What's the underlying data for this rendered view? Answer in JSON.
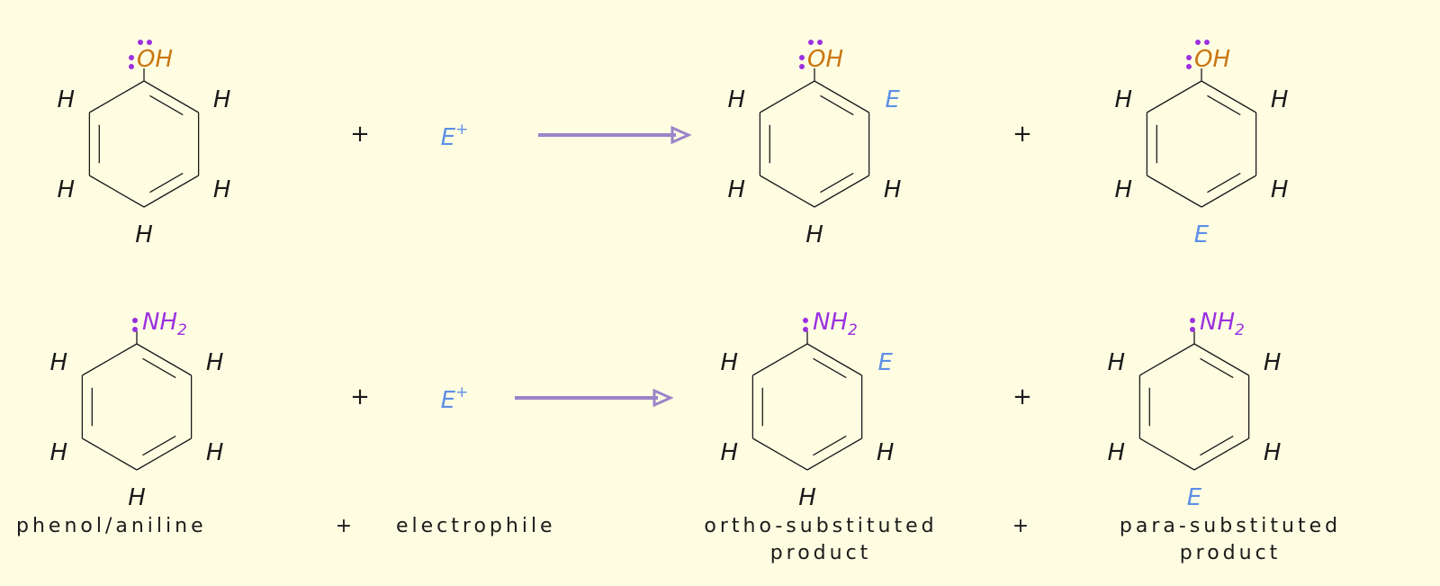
{
  "colors": {
    "background": "#fefde2",
    "bond": "#1a1a1a",
    "hydrogen": "#1a1a1a",
    "oxygen": "#c9760f",
    "nitrogen": "#9b30e0",
    "lone_pair": "#9b30e0",
    "electrophile": "#5c8fe6",
    "arrow": "#9b84c8",
    "text": "#1a1a1a"
  },
  "labels": {
    "hydrogen": "H",
    "electrophile": "E",
    "electrophile_plus": "E",
    "charge": "+",
    "plus": "+",
    "oh": "OH",
    "nh": "NH",
    "nh_sub": "2"
  },
  "captions": {
    "reactant": "phenol/aniline",
    "plus": "+",
    "electrophile": "electrophile",
    "ortho_line1": "ortho-substituted",
    "ortho_line2": "product",
    "para_line1": "para-substituted",
    "para_line2": "product"
  },
  "rows": [
    {
      "substituent": "OH",
      "molecules": [
        {
          "role": "reactant",
          "ortho": "H",
          "para": "H"
        },
        {
          "role": "ortho-product",
          "ortho": "E",
          "para": "H"
        },
        {
          "role": "para-product",
          "ortho": "H",
          "para": "E"
        }
      ]
    },
    {
      "substituent": "NH2",
      "molecules": [
        {
          "role": "reactant",
          "ortho": "H",
          "para": "H"
        },
        {
          "role": "ortho-product",
          "ortho": "E",
          "para": "H"
        },
        {
          "role": "para-product",
          "ortho": "H",
          "para": "E"
        }
      ]
    }
  ]
}
